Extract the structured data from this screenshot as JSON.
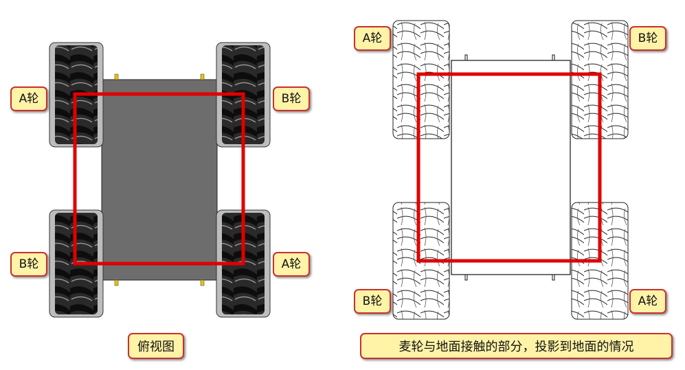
{
  "left_view": {
    "labels": {
      "front_left": "A轮",
      "front_right": "B轮",
      "rear_left": "B轮",
      "rear_right": "A轮"
    },
    "caption": "俯视图"
  },
  "right_view": {
    "labels": {
      "front_left": "A轮",
      "front_right": "B轮",
      "rear_left": "B轮",
      "rear_right": "A轮"
    },
    "caption": "麦轮与地面接触的部分，投影到地面的情况"
  },
  "colors": {
    "highlight": "#e00000",
    "chassis": "#6d6d6d",
    "wheel_dark": "#1e1e1e",
    "label_bg": "#fff3a8",
    "label_border": "#c9302c"
  }
}
